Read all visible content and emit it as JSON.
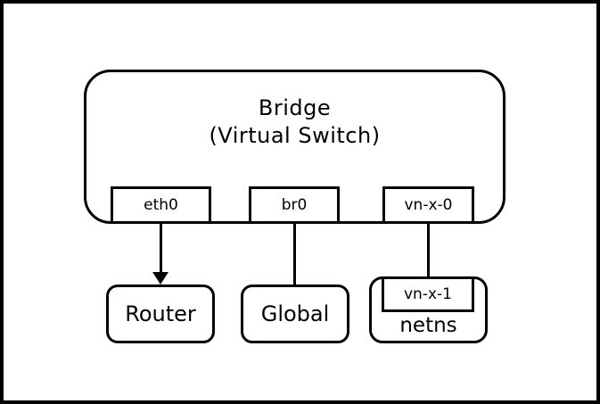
{
  "diagram": {
    "type": "network-topology",
    "colors": {
      "line": "#000000",
      "background": "#ffffff",
      "node_fill": "#ffffff"
    },
    "bridge": {
      "title_line1": "Bridge",
      "title_line2": "(Virtual Switch)",
      "ports": [
        {
          "id": "eth0",
          "label": "eth0"
        },
        {
          "id": "br0",
          "label": "br0"
        },
        {
          "id": "vn-x-0",
          "label": "vn-x-0"
        }
      ]
    },
    "nodes": [
      {
        "id": "router",
        "label": "Router"
      },
      {
        "id": "global",
        "label": "Global"
      },
      {
        "id": "netns",
        "label": "netns",
        "inner_port_label": "vn-x-1"
      }
    ],
    "edges": [
      {
        "from": "eth0",
        "to": "Router",
        "arrow": "down"
      },
      {
        "from": "br0",
        "to": "Global",
        "arrow": "none"
      },
      {
        "from": "vn-x-0",
        "to": "vn-x-1",
        "arrow": "none"
      }
    ]
  }
}
